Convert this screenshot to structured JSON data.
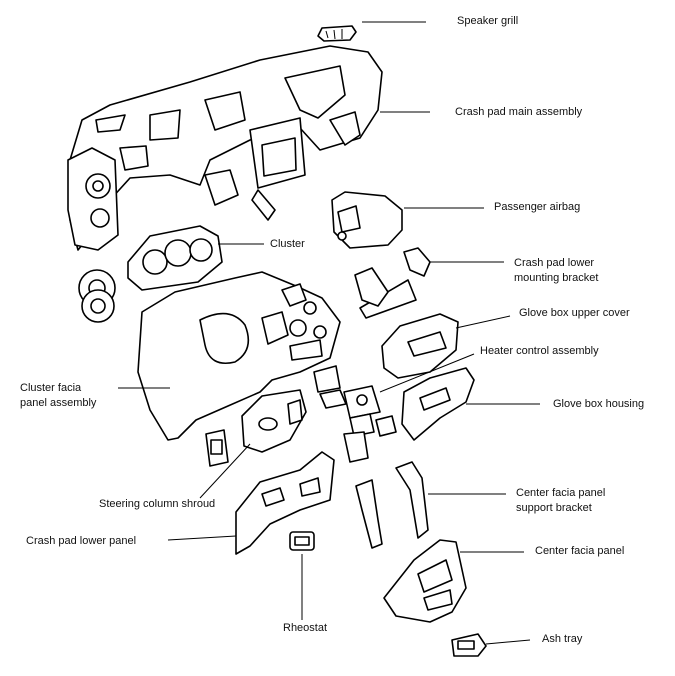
{
  "labels": {
    "speaker_grill": "Speaker grill",
    "crash_pad_main": "Crash pad main assembly",
    "passenger_airbag": "Passenger airbag",
    "cluster": "Cluster",
    "crash_pad_lower_bracket_1": "Crash pad lower",
    "crash_pad_lower_bracket_2": "mounting bracket",
    "glove_box_upper_cover": "Glove box upper cover",
    "heater_control": "Heater control assembly",
    "cluster_facia_1": "Cluster facia",
    "cluster_facia_2": "panel assembly",
    "glove_box_housing": "Glove box housing",
    "steering_column_shroud": "Steering column shroud",
    "center_facia_bracket_1": "Center facia panel",
    "center_facia_bracket_2": "support bracket",
    "crash_pad_lower_panel": "Crash pad lower panel",
    "center_facia_panel": "Center facia panel",
    "rheostat": "Rheostat",
    "ash_tray": "Ash tray"
  }
}
